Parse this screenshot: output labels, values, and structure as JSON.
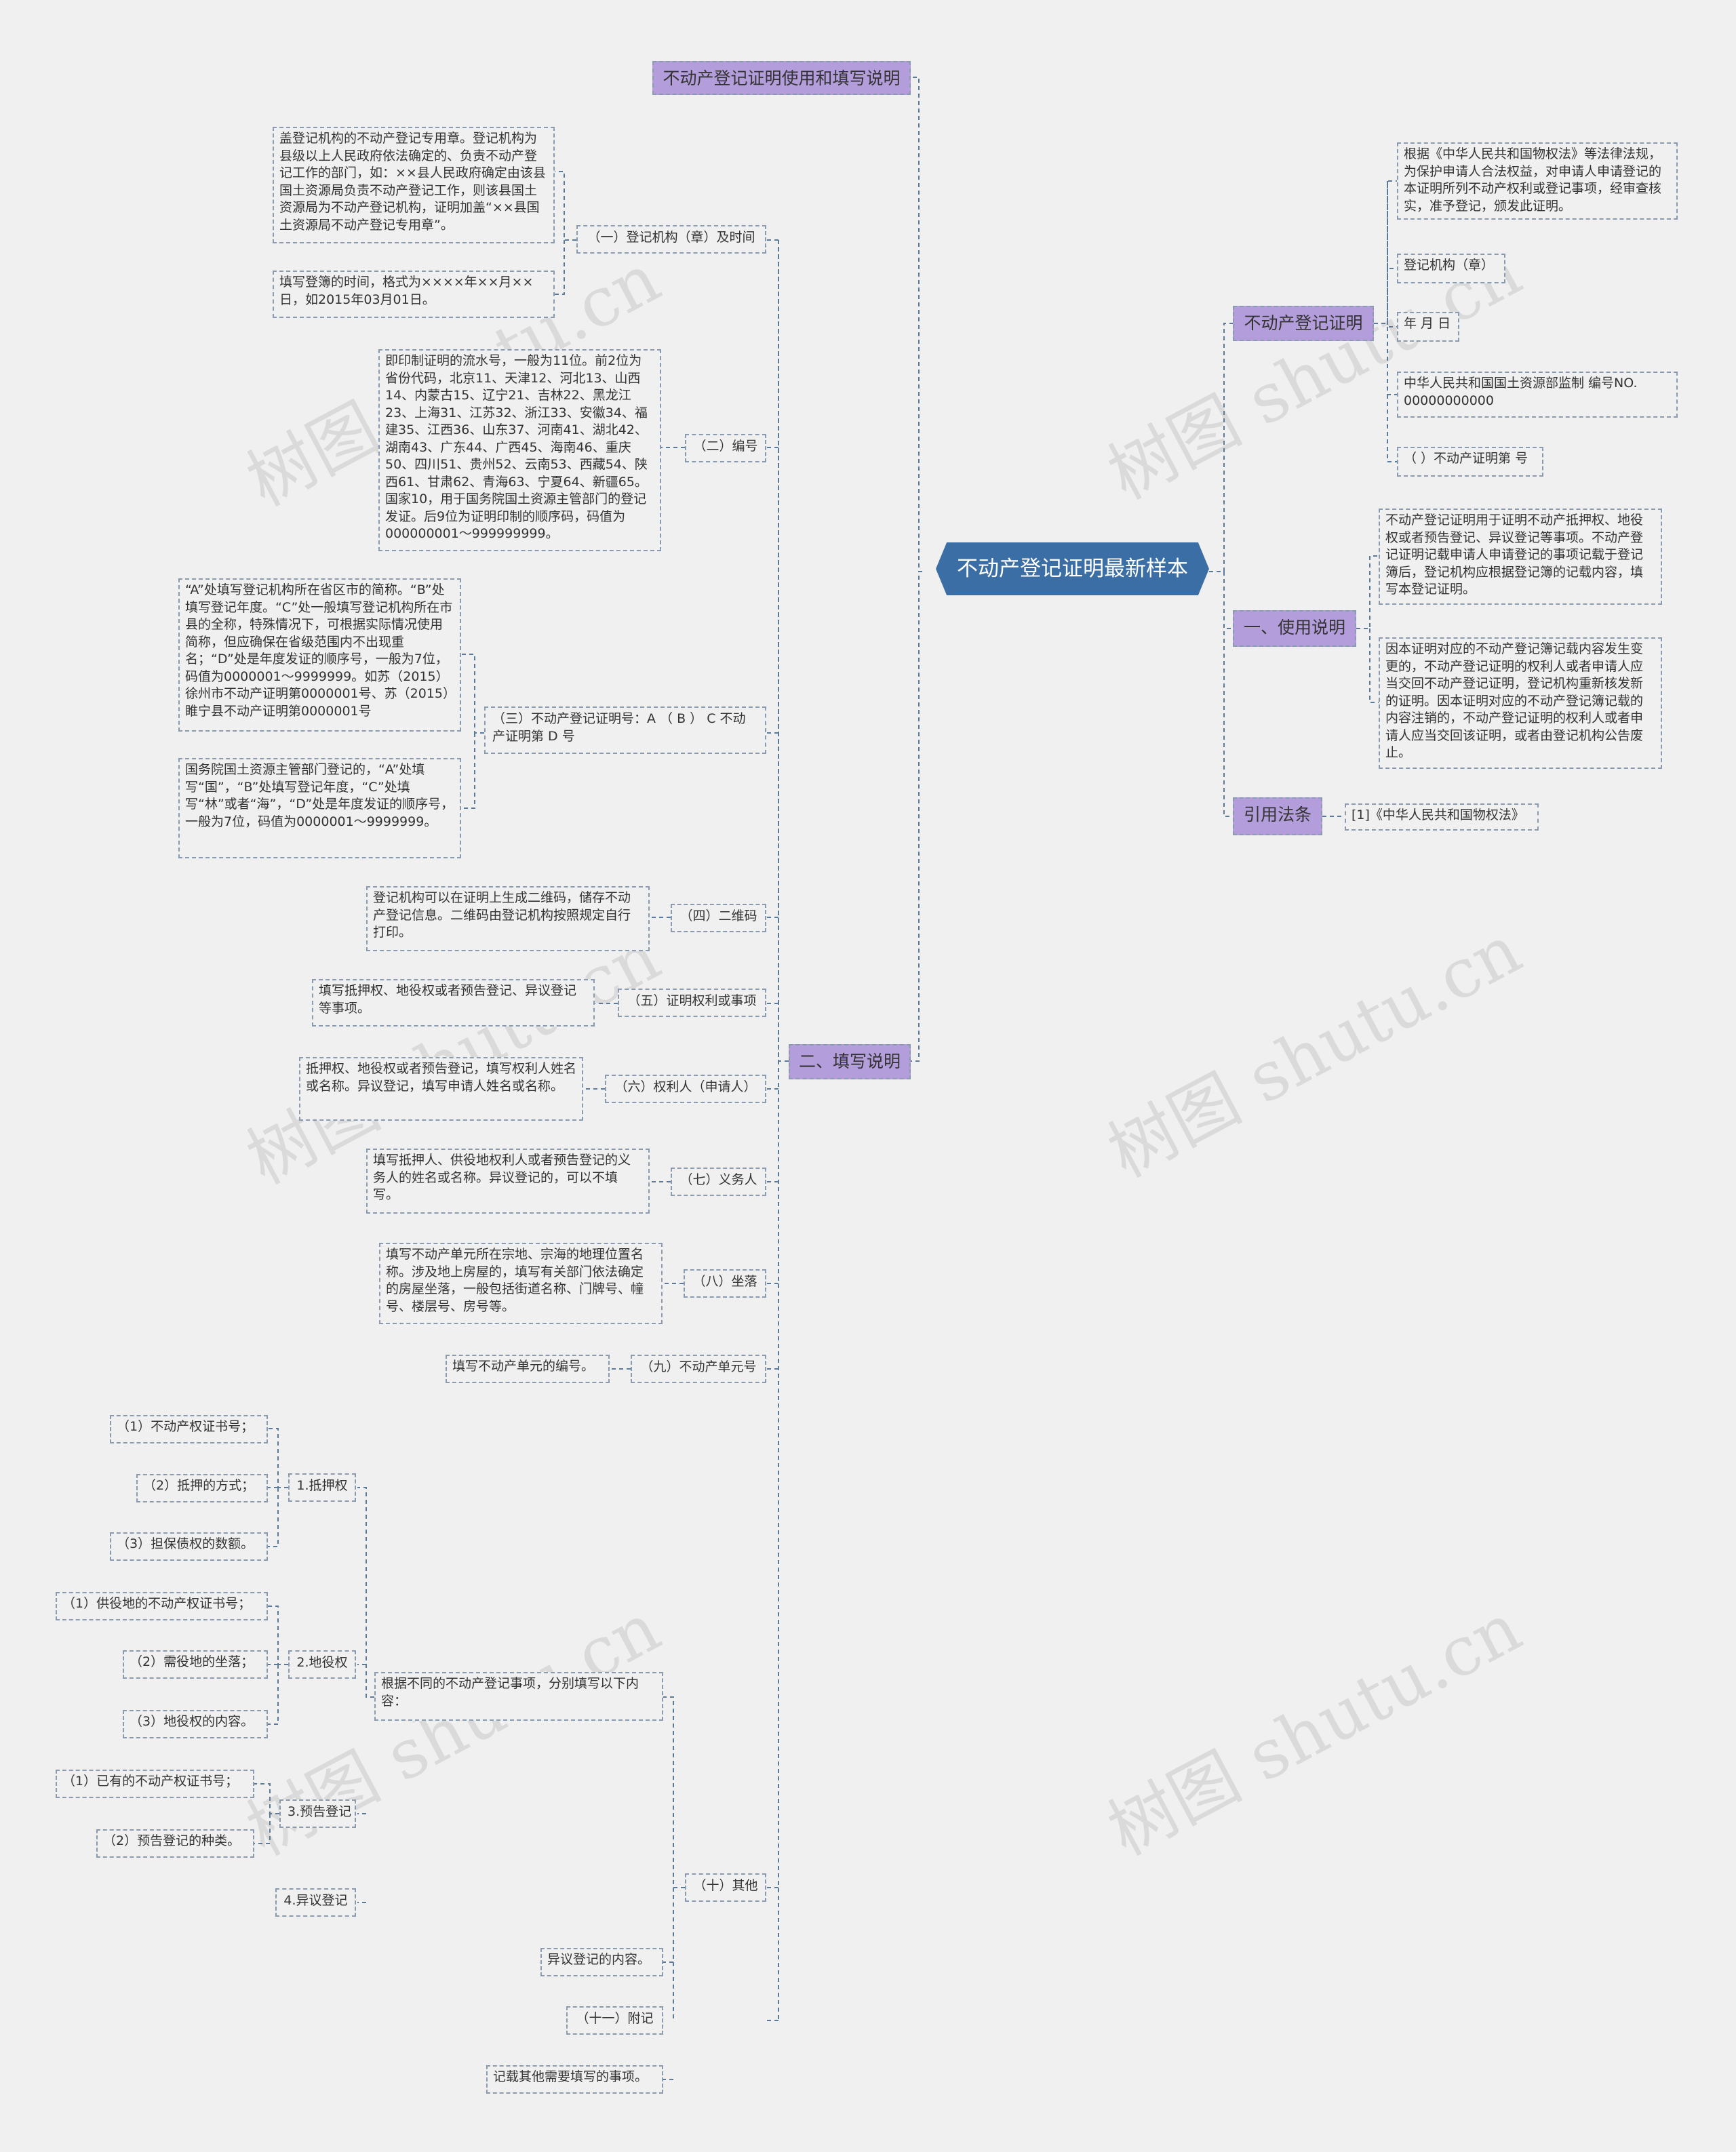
{
  "root": "不动产登记证明最新样本",
  "title_node": "不动产登记证明使用和填写说明",
  "right": {
    "cert": {
      "label": "不动产登记证明",
      "items": [
        "根据《中华人民共和国物权法》等法律法规，为保护申请人合法权益，对申请人申请登记的本证明所列不动产权利或登记事项，经审查核实，准予登记，颁发此证明。",
        "登记机构（章）",
        "年 月 日",
        "中华人民共和国国土资源部监制 编号NO. 00000000000",
        "（ ）不动产证明第 号"
      ]
    },
    "usage": {
      "label": "一、使用说明",
      "items": [
        "不动产登记证明用于证明不动产抵押权、地役权或者预告登记、异议登记等事项。不动产登记证明记载申请人申请登记的事项记载于登记簿后，登记机构应根据登记簿的记载内容，填写本登记证明。",
        "因本证明对应的不动产登记簿记载内容发生变更的，不动产登记证明的权利人或者申请人应当交回不动产登记证明，登记机构重新核发新的证明。因本证明对应的不动产登记簿记载的内容注销的，不动产登记证明的权利人或者申请人应当交回该证明，或者由登记机构公告废止。"
      ]
    },
    "law": {
      "label": "引用法条",
      "items": [
        "[1]《中华人民共和国物权法》"
      ]
    }
  },
  "left": {
    "label": "二、填写说明",
    "sections": {
      "s1": {
        "label": "（一）登记机构（章）及时间",
        "items": [
          "盖登记机构的不动产登记专用章。登记机构为县级以上人民政府依法确定的、负责不动产登记工作的部门，如：××县人民政府确定由该县国土资源局负责不动产登记工作，则该县国土资源局为不动产登记机构，证明加盖“××县国土资源局不动产登记专用章”。",
          "填写登簿的时间，格式为××××年××月××日，如2015年03月01日。"
        ]
      },
      "s2": {
        "label": "（二）编号",
        "items": [
          "即印制证明的流水号，一般为11位。前2位为省份代码，北京11、天津12、河北13、山西14、内蒙古15、辽宁21、吉林22、黑龙江23、上海31、江苏32、浙江33、安徽34、福建35、江西36、山东37、河南41、湖北42、湖南43、广东44、广西45、海南46、重庆50、四川51、贵州52、云南53、西藏54、陕西61、甘肃62、青海63、宁夏64、新疆65。国家10，用于国务院国土资源主管部门的登记发证。后9位为证明印制的顺序码，码值为000000001～999999999。"
        ]
      },
      "s3": {
        "label": "（三）不动产登记证明号：A （ B ） C 不动产证明第 D 号",
        "items": [
          "“A”处填写登记机构所在省区市的简称。“B”处填写登记年度。“C”处一般填写登记机构所在市县的全称，特殊情况下，可根据实际情况使用简称，但应确保在省级范围内不出现重名；“D”处是年度发证的顺序号，一般为7位，码值为0000001～9999999。如苏（2015）徐州市不动产证明第0000001号、苏（2015）睢宁县不动产证明第0000001号",
          "国务院国土资源主管部门登记的，“A”处填写“国”，“B”处填写登记年度，“C”处填写“林”或者“海”，“D”处是年度发证的顺序号，一般为7位，码值为0000001～9999999。"
        ]
      },
      "s4": {
        "label": "（四）二维码",
        "items": [
          "登记机构可以在证明上生成二维码，储存不动产登记信息。二维码由登记机构按照规定自行打印。"
        ]
      },
      "s5": {
        "label": "（五）证明权利或事项",
        "items": [
          "填写抵押权、地役权或者预告登记、异议登记等事项。"
        ]
      },
      "s6": {
        "label": "（六）权利人（申请人）",
        "items": [
          "抵押权、地役权或者预告登记，填写权利人姓名或名称。异议登记，填写申请人姓名或名称。"
        ]
      },
      "s7": {
        "label": "（七）义务人",
        "items": [
          "填写抵押人、供役地权利人或者预告登记的义务人的姓名或名称。异议登记的，可以不填写。"
        ]
      },
      "s8": {
        "label": "（八）坐落",
        "items": [
          "填写不动产单元所在宗地、宗海的地理位置名称。涉及地上房屋的，填写有关部门依法确定的房屋坐落，一般包括街道名称、门牌号、幢号、楼层号、房号等。"
        ]
      },
      "s9": {
        "label": "（九）不动产单元号",
        "items": [
          "填写不动产单元的编号。"
        ]
      },
      "s10": {
        "label": "（十）其他",
        "intro": "根据不同的不动产登记事项，分别填写以下内容：",
        "groups": [
          {
            "label": "1.抵押权",
            "items": [
              "（1）不动产权证书号；",
              "（2）抵押的方式；",
              "（3）担保债权的数额。"
            ]
          },
          {
            "label": "2.地役权",
            "items": [
              "（1）供役地的不动产权证书号；",
              "（2）需役地的坐落；",
              "（3）地役权的内容。"
            ]
          },
          {
            "label": "3.预告登记",
            "items": [
              "（1）已有的不动产权证书号；",
              "（2）预告登记的种类。"
            ]
          },
          {
            "label": "4.异议登记",
            "items": []
          }
        ],
        "extra": "异议登记的内容。"
      },
      "s11": {
        "label": "（十一）附记",
        "items": [
          "记载其他需要填写的事项。"
        ]
      }
    }
  },
  "watermark": "树图 shutu.cn"
}
